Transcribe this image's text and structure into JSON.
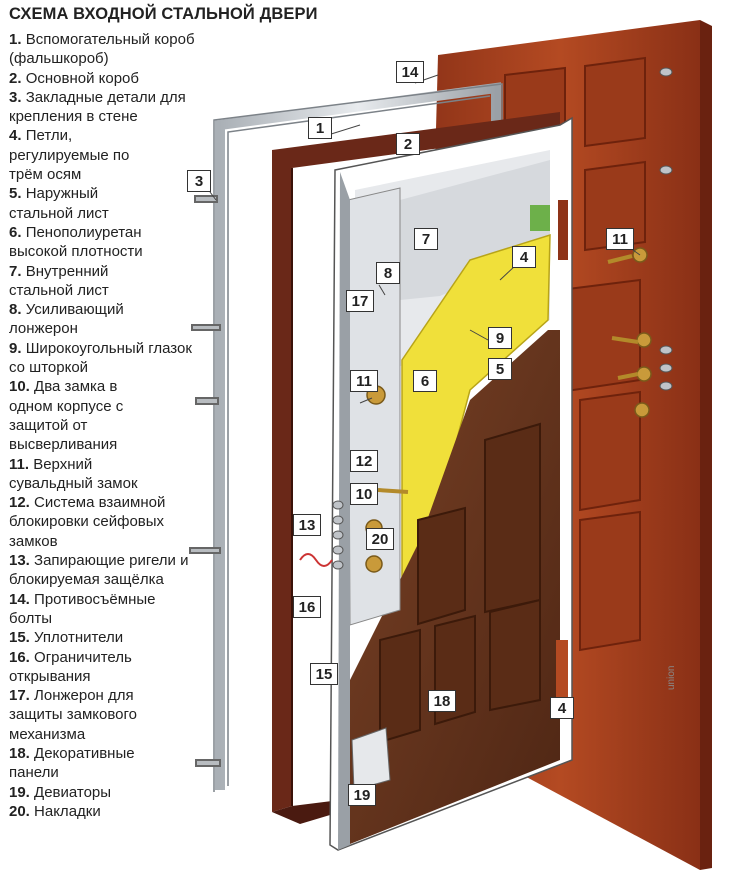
{
  "title": "СХЕМА ВХОДНОЙ СТАЛЬНОЙ ДВЕРИ",
  "legend": [
    {
      "num": "1.",
      "text": "Вспомогательный короб (фальшкороб)"
    },
    {
      "num": "2.",
      "text": "Основной короб"
    },
    {
      "num": "3.",
      "text": "Закладные детали для крепления в стене"
    },
    {
      "num": "4.",
      "text": "Петли, регулируемые по трём осям"
    },
    {
      "num": "5.",
      "text": "Наружный стальной лист"
    },
    {
      "num": "6.",
      "text": "Пенополиуретан высокой плотности"
    },
    {
      "num": "7.",
      "text": "Внутренний стальной лист"
    },
    {
      "num": "8.",
      "text": "Усиливающий лонжерон"
    },
    {
      "num": "9.",
      "text": "Широкоугольный глазок со шторкой"
    },
    {
      "num": "10.",
      "text": "Два замка в одном корпусе с защитой от высверливания"
    },
    {
      "num": "11.",
      "text": "Верхний сувальдный замок"
    },
    {
      "num": "12.",
      "text": "Система взаимной блокировки сейфовых замков"
    },
    {
      "num": "13.",
      "text": "Запирающие ригели и блокируемая защёлка"
    },
    {
      "num": "14.",
      "text": "Противосъёмные болты"
    },
    {
      "num": "15.",
      "text": "Уплотнители"
    },
    {
      "num": "16.",
      "text": "Ограничитель открывания"
    },
    {
      "num": "17.",
      "text": "Лонжерон для защиты замкового механизма"
    },
    {
      "num": "18.",
      "text": "Декоративные панели"
    },
    {
      "num": "19.",
      "text": "Девиаторы"
    },
    {
      "num": "20.",
      "text": "Накладки"
    }
  ],
  "callouts": [
    "1",
    "2",
    "3",
    "4",
    "5",
    "6",
    "7",
    "8",
    "9",
    "10",
    "11",
    "12",
    "13",
    "14",
    "15",
    "16",
    "17",
    "18",
    "19",
    "20",
    "11",
    "4"
  ],
  "watermark": "union",
  "colors": {
    "outer_wood": "#a4401e",
    "inner_wood": "#6e3a22",
    "foam": "#f0e03a",
    "steel": "#c8ccd0",
    "frame": "#5a2418"
  }
}
